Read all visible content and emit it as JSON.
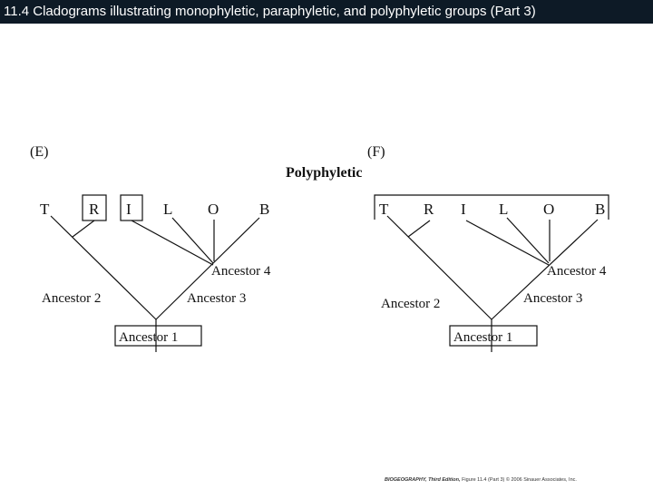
{
  "header": {
    "title": "11.4  Cladograms illustrating monophyletic, paraphyletic, and polyphyletic groups (Part 3)"
  },
  "figure": {
    "heading": "Polyphyletic",
    "panels": [
      {
        "label": "(E)",
        "taxa": [
          "T",
          "R",
          "I",
          "L",
          "O",
          "B"
        ],
        "ancestors": [
          "Ancestor 4",
          "Ancestor 2",
          "Ancestor 3",
          "Ancestor 1"
        ]
      },
      {
        "label": "(F)",
        "taxa": [
          "T",
          "R",
          "I",
          "L",
          "O",
          "B"
        ],
        "ancestors": [
          "Ancestor 4",
          "Ancestor 2",
          "Ancestor 3",
          "Ancestor 1"
        ]
      }
    ],
    "credit": {
      "book": "BIOGEOGRAPHY, Third Edition,",
      "figure": "Figure 11.4 (Part 3)",
      "copyright": "© 2006 Sinauer Associates, Inc."
    }
  }
}
